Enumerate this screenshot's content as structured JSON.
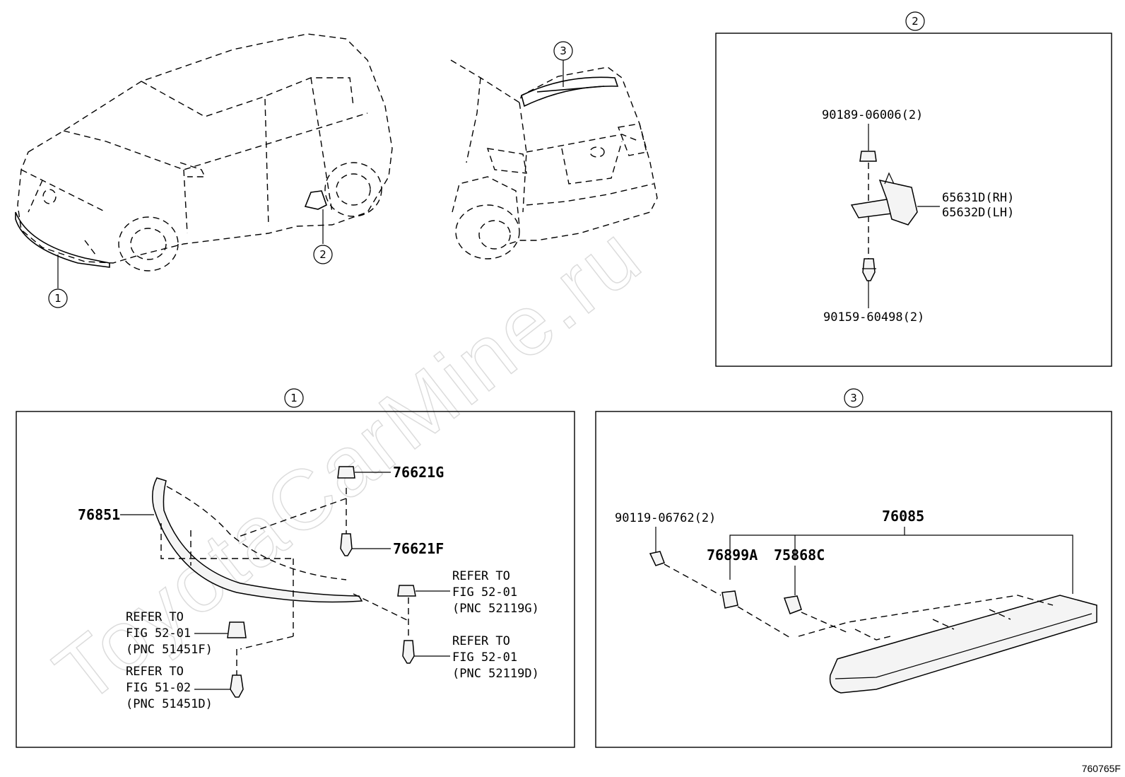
{
  "watermark": "ToyotaCarMine.ru",
  "figure_code": "760765F",
  "callouts": {
    "c1": "1",
    "c2": "2",
    "c3": "3"
  },
  "panel2": {
    "label": "2",
    "part_upper": "90189-06006(2)",
    "part_rh": "65631D(RH)",
    "part_lh": "65632D(LH)",
    "part_lower": "90159-60498(2)"
  },
  "panel1": {
    "label": "1",
    "part_76851": "76851",
    "part_76621G": "76621G",
    "part_76621F": "76621F",
    "ref_a": [
      "REFER TO",
      "FIG 52-01",
      "(PNC 52119G)"
    ],
    "ref_b": [
      "REFER TO",
      "FIG 52-01",
      "(PNC 52119D)"
    ],
    "ref_c": [
      "REFER TO",
      "FIG 52-01",
      "(PNC 51451F)"
    ],
    "ref_d": [
      "REFER TO",
      "FIG 51-02",
      "(PNC 51451D)"
    ]
  },
  "panel3": {
    "label": "3",
    "part_76085": "76085",
    "part_90119": "90119-06762(2)",
    "part_76899A": "76899A",
    "part_75868C": "75868C"
  }
}
